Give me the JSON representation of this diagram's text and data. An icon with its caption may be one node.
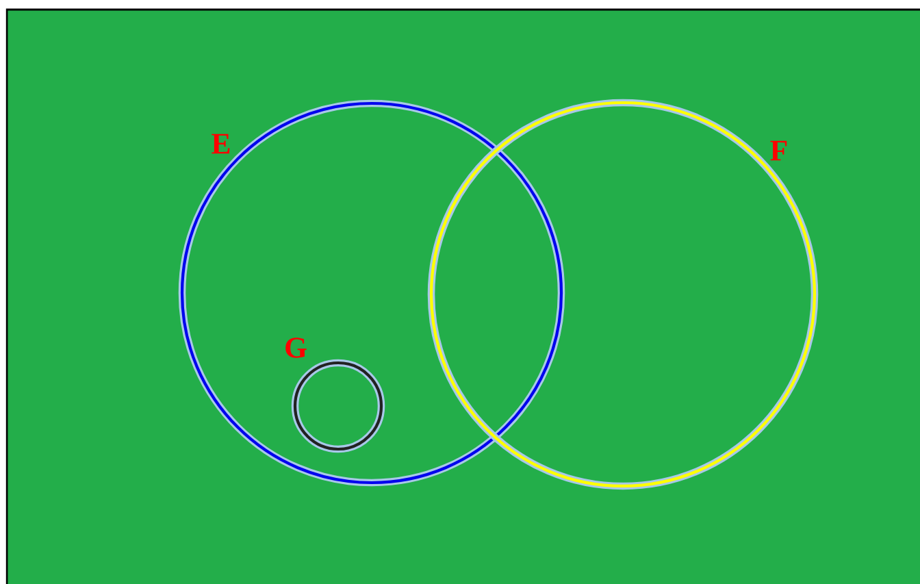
{
  "diagram": {
    "nodes": [
      {
        "text": [
          "E"
        ]
      },
      {
        "text": [
          "F"
        ]
      },
      {
        "text": [
          "G"
        ],
        "in": 0
      }
    ]
  }
}
